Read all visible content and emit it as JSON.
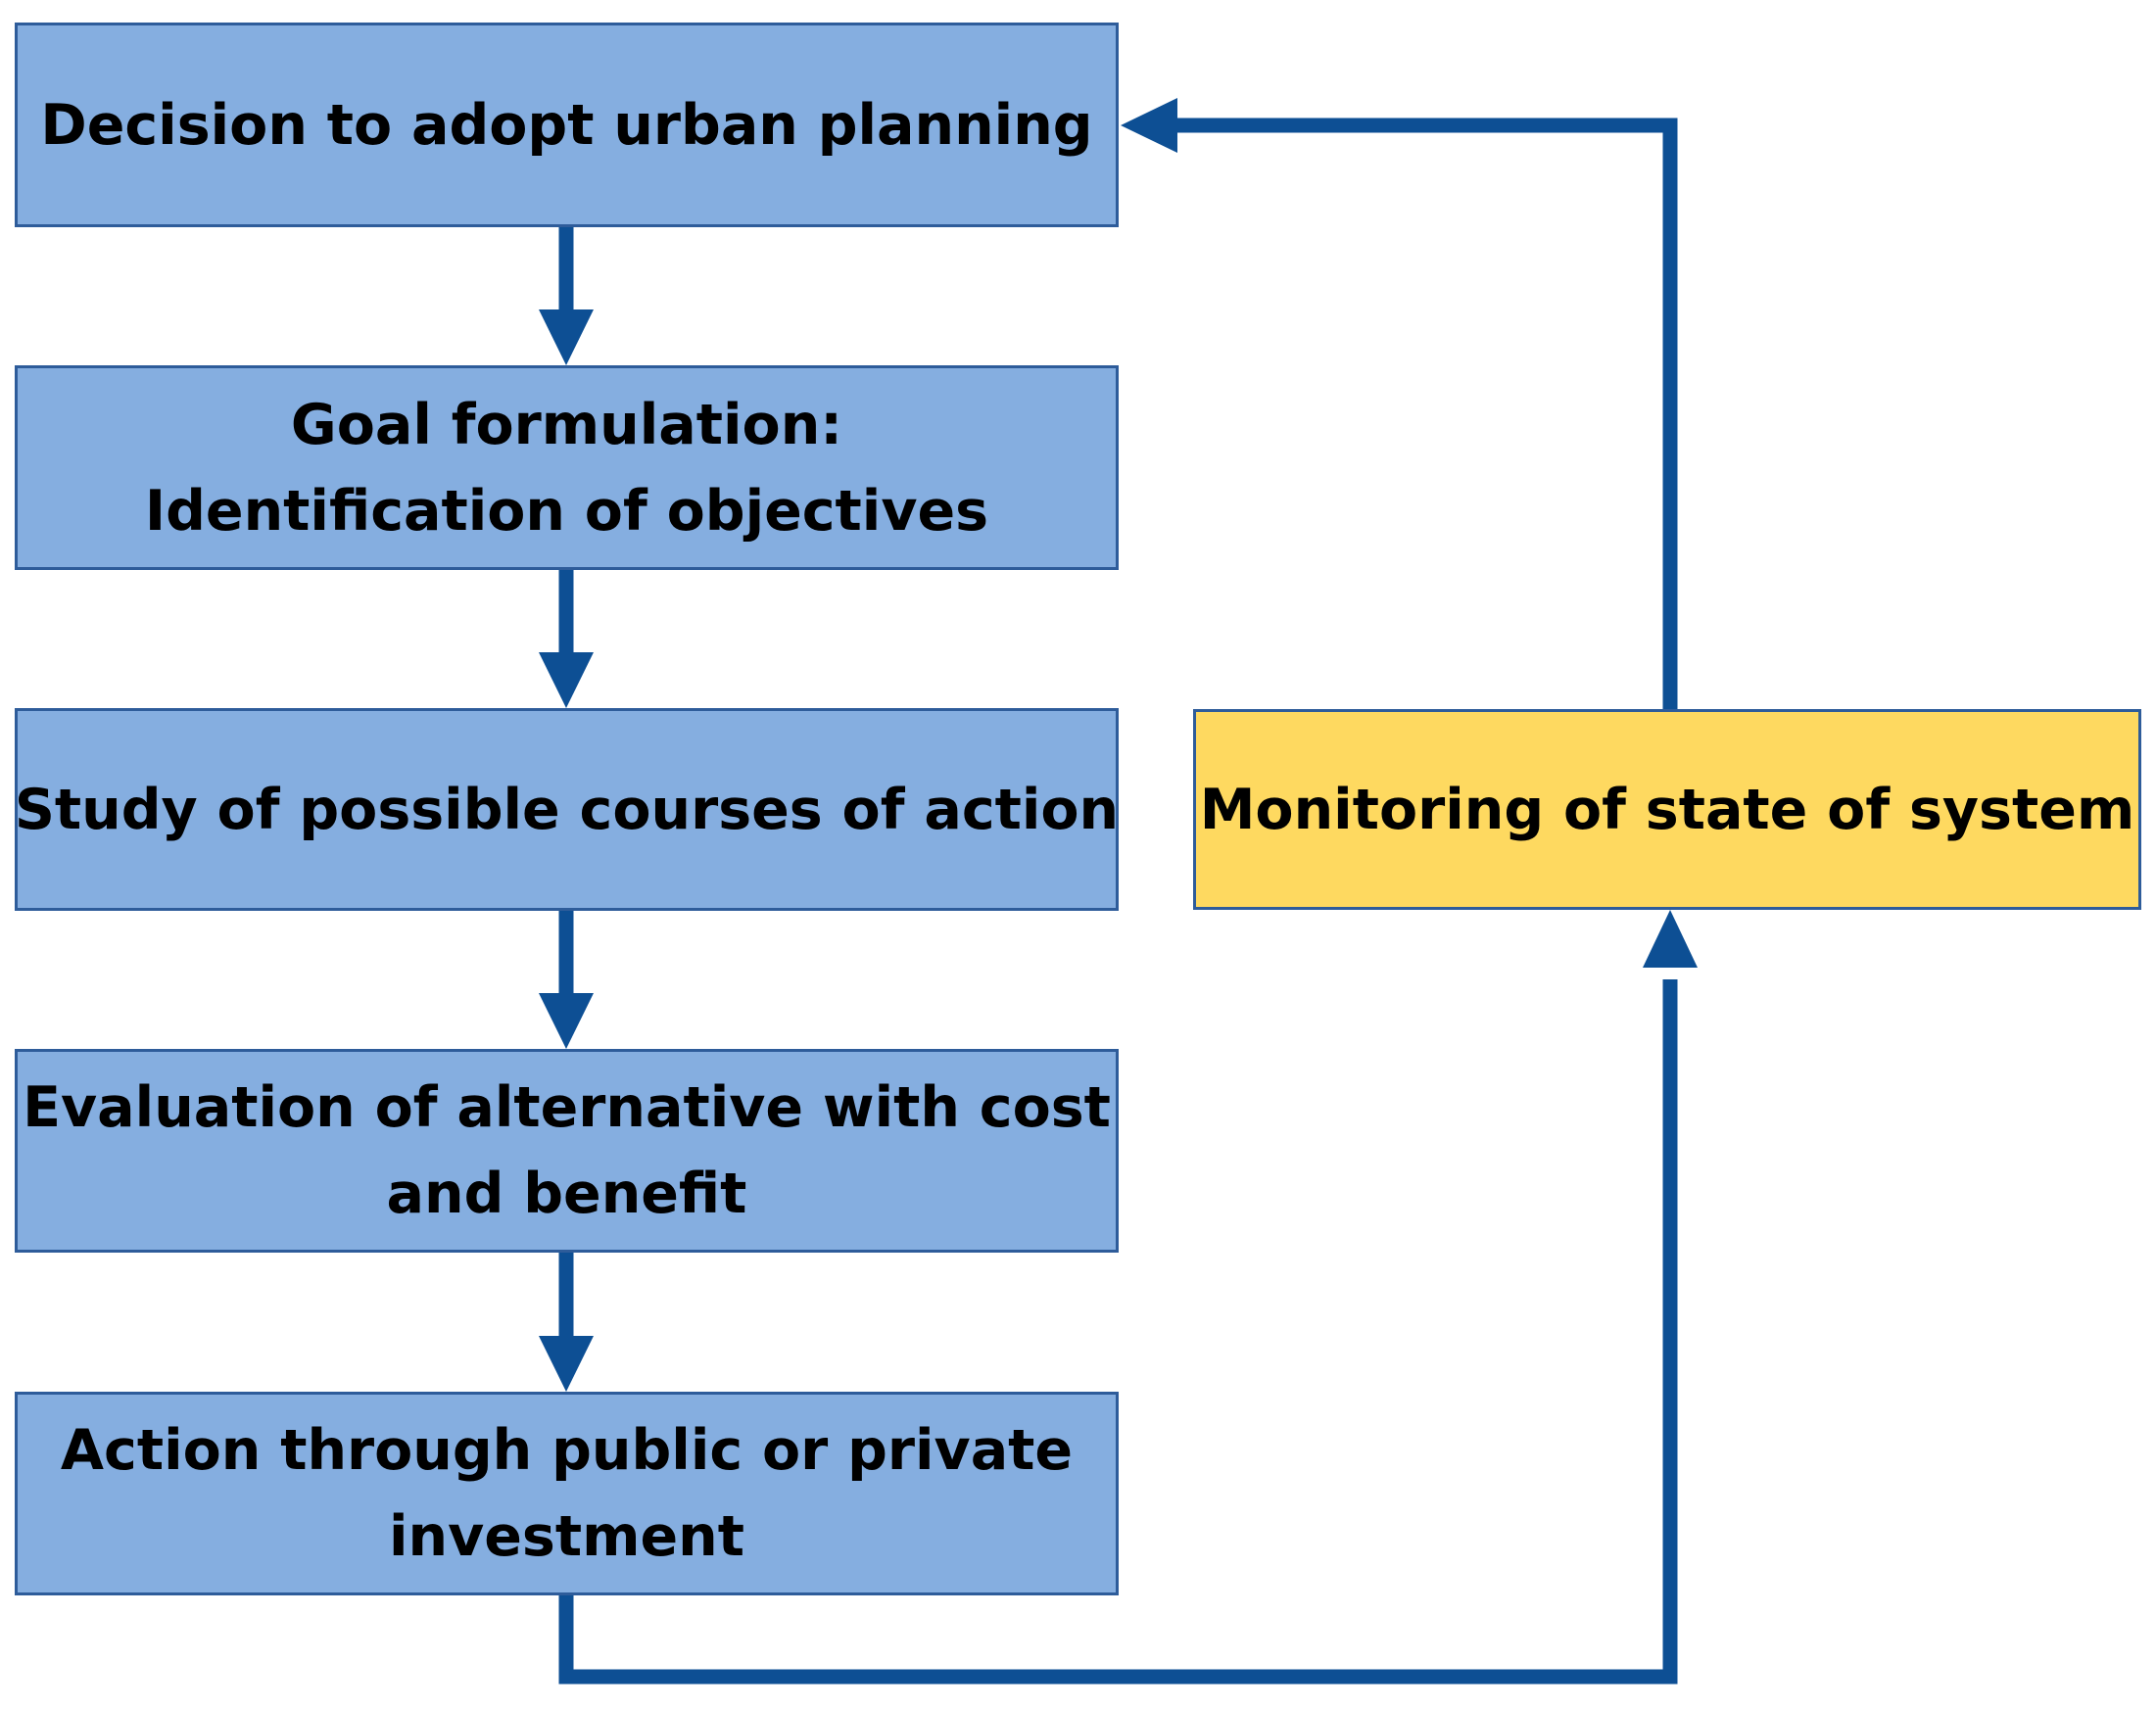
{
  "diagram": {
    "colors": {
      "step_fill": "#85aee0",
      "monitor_fill": "#fed960",
      "border": "#2e5c9a",
      "arrow": "#0d4f94",
      "text": "#000000"
    },
    "steps": [
      {
        "lines": [
          "Decision to adopt urban planning"
        ]
      },
      {
        "lines": [
          "Goal formulation:",
          "Identification of objectives"
        ]
      },
      {
        "lines": [
          "Study of possible courses of action"
        ]
      },
      {
        "lines": [
          "Evaluation of alternative with cost",
          "and benefit"
        ]
      },
      {
        "lines": [
          "Action through public or private",
          "investment"
        ]
      }
    ],
    "monitor": {
      "lines": [
        "Monitoring of state of system"
      ]
    }
  }
}
